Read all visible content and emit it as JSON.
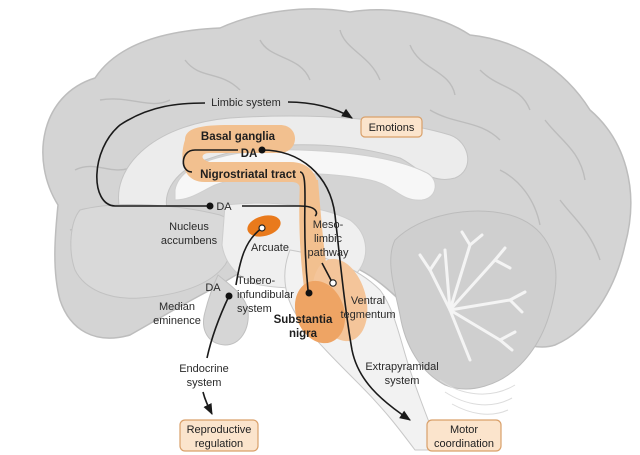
{
  "diagram": {
    "title": "Dopaminergic pathways of the brain",
    "colors": {
      "brain_fill": "#d4d4d4",
      "brain_outline": "#bdbdbd",
      "inner_light": "#ececec",
      "white_matter": "#f5f5f5",
      "orange_light": "#f2c08f",
      "orange_mid": "#eea464",
      "orange_dark": "#e97a1c",
      "box_fill": "#fbe4cc",
      "box_stroke": "#d9a06a",
      "line": "#1a1a1a"
    },
    "pathways": {
      "limbic": "Limbic system",
      "nigrostriatal": "Nigrostriatal tract",
      "mesolimbic": [
        "Meso-",
        "limbic",
        "pathway"
      ],
      "tuberoinfundibular": [
        "Tubero-",
        "infundibular",
        "system"
      ],
      "endocrine": [
        "Endocrine",
        "system"
      ],
      "extrapyramidal": [
        "Extrapyramidal",
        "system"
      ]
    },
    "structures": {
      "basal_ganglia": "Basal ganglia",
      "nucleus_accumbens": [
        "Nucleus",
        "accumbens"
      ],
      "arcuate": "Arcuate",
      "median_eminence": [
        "Median",
        "eminence"
      ],
      "substantia_nigra": [
        "Substantia",
        "nigra"
      ],
      "ventral_tegmentum": [
        "Ventral",
        "tegmentum"
      ]
    },
    "transmitter_labels": {
      "da_basal": "DA",
      "da_accumbens": "DA",
      "da_median": "DA"
    },
    "outcomes": {
      "emotions": "Emotions",
      "reproductive": [
        "Reproductive",
        "regulation"
      ],
      "motor": [
        "Motor",
        "coordination"
      ]
    }
  }
}
